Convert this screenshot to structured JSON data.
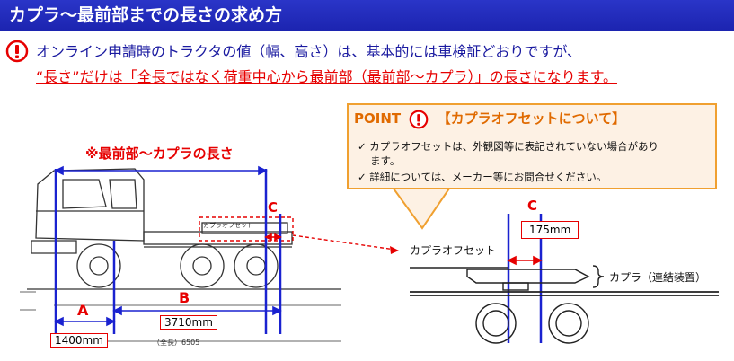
{
  "title": "カプラ〜最前部までの長さの求め方",
  "intro": {
    "line1": "オンライン申請時のトラクタの値（幅、高さ）は、基本的には車検証どおりですが、",
    "line2": "“長さ”だけは「全長ではなく荷重中心から最前部（最前部〜カプラ）」の長さになります。"
  },
  "point": {
    "label": "POINT",
    "heading": "【カプラオフセットについて】",
    "items": [
      "✓ カプラオフセットは、外観図等に表記されていない場合があり",
      "ます。",
      "✓ 詳細については、メーカー等にお問合せください。"
    ]
  },
  "diagram": {
    "length_label": "※最前部〜カプラの長さ",
    "label_a": "A",
    "label_b": "B",
    "label_c_left": "C",
    "label_c_right": "C",
    "dim_a": "1400mm",
    "dim_b": "3710mm",
    "dim_c": "175mm",
    "coupler_offset_label": "カプラオフセット",
    "coupler_label": "カプラ（連結装置）",
    "drawing_note": "カプラオフセット",
    "total_length_note": "（全長）6505"
  },
  "colors": {
    "title_bg": "#1c24b0",
    "accent_red": "#e60000",
    "line_blue": "#1a22d0",
    "point_border": "#f0a030"
  }
}
